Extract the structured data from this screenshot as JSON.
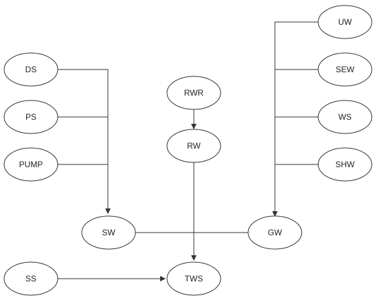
{
  "diagram": {
    "nodes": [
      {
        "id": "DS",
        "label": "DS"
      },
      {
        "id": "PS",
        "label": "PS"
      },
      {
        "id": "PUMP",
        "label": "PUMP"
      },
      {
        "id": "RWR",
        "label": "RWR"
      },
      {
        "id": "RW",
        "label": "RW"
      },
      {
        "id": "UW",
        "label": "UW"
      },
      {
        "id": "SEW",
        "label": "SEW"
      },
      {
        "id": "WS",
        "label": "WS"
      },
      {
        "id": "SHW",
        "label": "SHW"
      },
      {
        "id": "SW",
        "label": "SW"
      },
      {
        "id": "GW",
        "label": "GW"
      },
      {
        "id": "SS",
        "label": "SS"
      },
      {
        "id": "TWS",
        "label": "TWS"
      }
    ],
    "edges": [
      {
        "from": "DS",
        "to": "SW",
        "arrow": true
      },
      {
        "from": "PS",
        "to": "SW",
        "arrow": false
      },
      {
        "from": "PUMP",
        "to": "SW",
        "arrow": false
      },
      {
        "from": "RWR",
        "to": "RW",
        "arrow": true
      },
      {
        "from": "RW",
        "to": "TWS",
        "arrow": true
      },
      {
        "from": "UW",
        "to": "GW",
        "arrow": true
      },
      {
        "from": "SEW",
        "to": "GW",
        "arrow": false
      },
      {
        "from": "WS",
        "to": "GW",
        "arrow": false
      },
      {
        "from": "SHW",
        "to": "GW",
        "arrow": false
      },
      {
        "from": "SW",
        "to": "GW",
        "arrow": false
      },
      {
        "from": "SS",
        "to": "TWS",
        "arrow": true
      }
    ]
  }
}
